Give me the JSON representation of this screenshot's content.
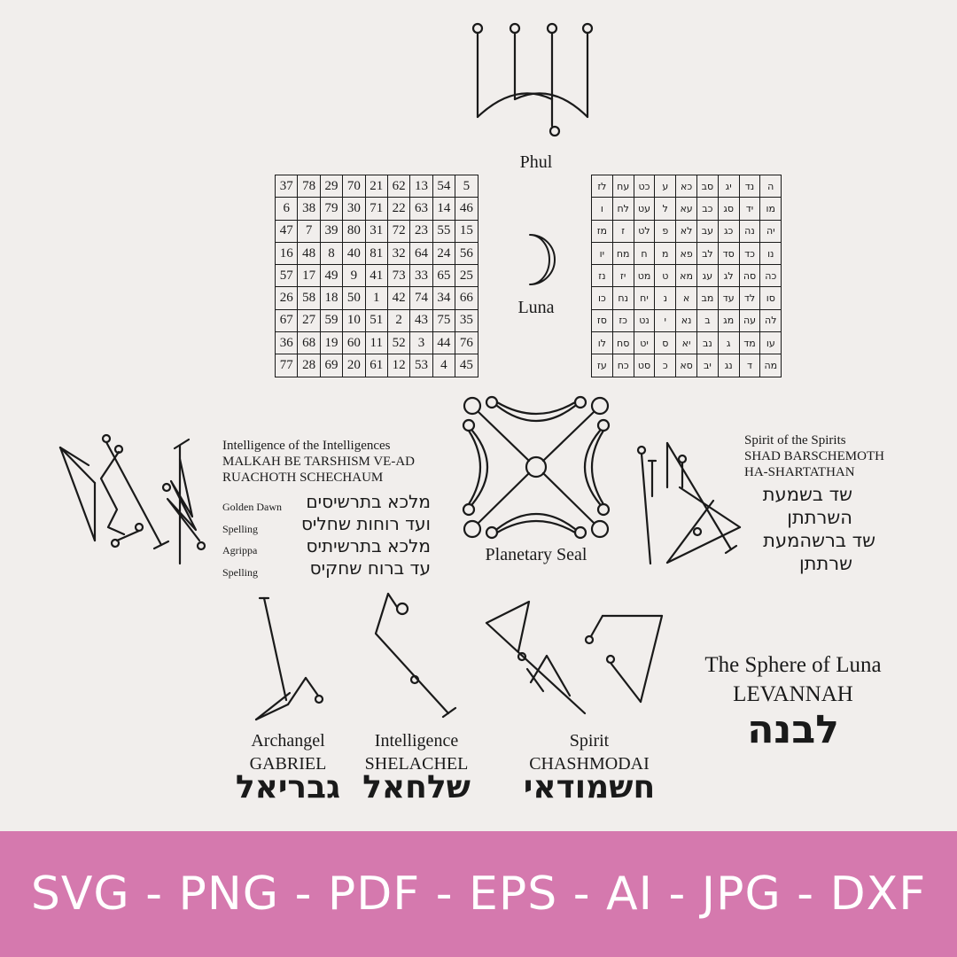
{
  "phul": {
    "label": "Phul"
  },
  "luna": {
    "label": "Luna"
  },
  "number_square": [
    [
      "37",
      "78",
      "29",
      "70",
      "21",
      "62",
      "13",
      "54",
      "5"
    ],
    [
      "6",
      "38",
      "79",
      "30",
      "71",
      "22",
      "63",
      "14",
      "46"
    ],
    [
      "47",
      "7",
      "39",
      "80",
      "31",
      "72",
      "23",
      "55",
      "15"
    ],
    [
      "16",
      "48",
      "8",
      "40",
      "81",
      "32",
      "64",
      "24",
      "56"
    ],
    [
      "57",
      "17",
      "49",
      "9",
      "41",
      "73",
      "33",
      "65",
      "25"
    ],
    [
      "26",
      "58",
      "18",
      "50",
      "1",
      "42",
      "74",
      "34",
      "66"
    ],
    [
      "67",
      "27",
      "59",
      "10",
      "51",
      "2",
      "43",
      "75",
      "35"
    ],
    [
      "36",
      "68",
      "19",
      "60",
      "11",
      "52",
      "3",
      "44",
      "76"
    ],
    [
      "77",
      "28",
      "69",
      "20",
      "61",
      "12",
      "53",
      "4",
      "45"
    ]
  ],
  "hebrew_square": [
    [
      "לז",
      "עח",
      "כט",
      "ע",
      "כא",
      "סב",
      "יג",
      "נד",
      "ה"
    ],
    [
      "ו",
      "לח",
      "עט",
      "ל",
      "עא",
      "כב",
      "סג",
      "יד",
      "מו"
    ],
    [
      "מז",
      "ז",
      "לט",
      "פ",
      "לא",
      "עב",
      "כג",
      "נה",
      "יה"
    ],
    [
      "יו",
      "מח",
      "ח",
      "מ",
      "פא",
      "לב",
      "סד",
      "כד",
      "נו"
    ],
    [
      "נז",
      "יז",
      "מט",
      "ט",
      "מא",
      "עג",
      "לג",
      "סה",
      "כה"
    ],
    [
      "כו",
      "נח",
      "יח",
      "נ",
      "א",
      "מב",
      "עד",
      "לד",
      "סו"
    ],
    [
      "סז",
      "כז",
      "נט",
      "י",
      "נא",
      "ב",
      "מג",
      "עה",
      "לה"
    ],
    [
      "לו",
      "סח",
      "יט",
      "ס",
      "יא",
      "נב",
      "ג",
      "מד",
      "עו"
    ],
    [
      "עז",
      "כח",
      "סט",
      "כ",
      "סא",
      "יב",
      "נג",
      "ד",
      "מה"
    ]
  ],
  "intelligence_block": {
    "title": "Intelligence of the Intelligences",
    "line1": "MALKAH BE TARSHISM VE-AD",
    "line2": "RUACHOTH SCHECHAUM",
    "golden_dawn_label": "Golden Dawn",
    "spelling_label_1": "Spelling",
    "agrippa_label": "Agrippa",
    "spelling_label_2": "Spelling",
    "heb_line1": "מלכא בתרשיסים",
    "heb_line2": "ועד רוחות שחליס",
    "heb_line3": "מלכא בתרשיתיס",
    "heb_line4": "עד ברוח שחקיס"
  },
  "planetary_seal": {
    "label": "Planetary Seal"
  },
  "spirit_block": {
    "title": "Spirit of the Spirits",
    "line1": "SHAD BARSCHEMOTH",
    "line2": "HA-SHARTATHAN",
    "heb_line1": "שד בשמעת",
    "heb_line2": "השרתתן",
    "heb_line3": "שד ברשהמעת",
    "heb_line4": "שרתתן"
  },
  "archangel": {
    "title": "Archangel",
    "name": "GABRIEL",
    "hebrew": "גבריאל"
  },
  "intelligence": {
    "title": "Intelligence",
    "name": "SHELACHEL",
    "hebrew": "שלחאל"
  },
  "spirit": {
    "title": "Spirit",
    "name": "CHASHMODAI",
    "hebrew": "חשמודאי"
  },
  "sphere": {
    "title": "The Sphere of Luna",
    "name": "LEVANNAH",
    "hebrew": "לבנה"
  },
  "footer": {
    "formats": "SVG - PNG - PDF - EPS - AI - JPG - DXF",
    "background": "#d579ae"
  }
}
